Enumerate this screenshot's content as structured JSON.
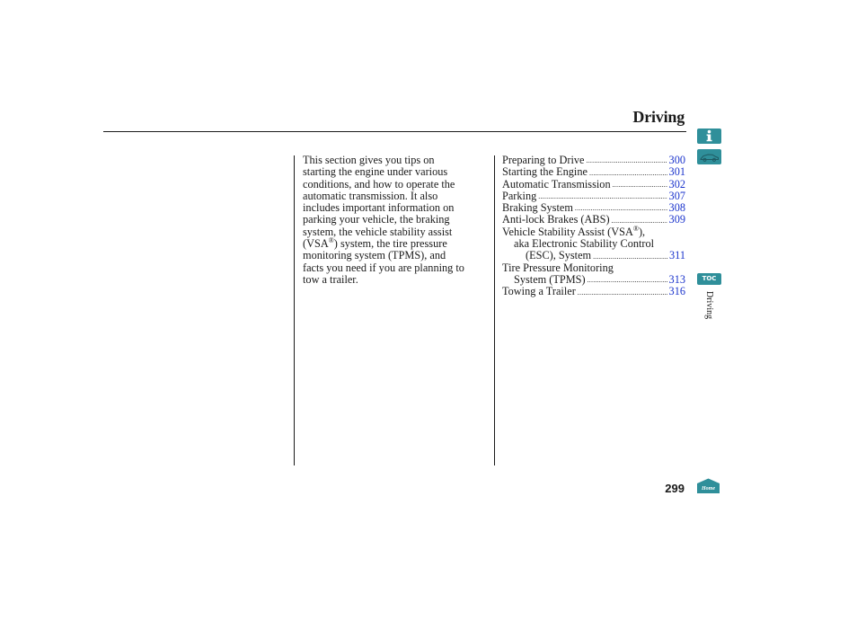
{
  "header": {
    "title": "Driving"
  },
  "intro": {
    "lines": [
      "This section gives you tips on",
      "starting the engine under various",
      "conditions, and how to operate the",
      "automatic transmission. It also",
      "includes important information on",
      "parking your vehicle, the braking",
      "system, the vehicle stability assist",
      "(VSA",
      ") system, the tire pressure",
      "monitoring system (TPMS), and",
      "facts you need if you are planning to",
      "tow a trailer."
    ],
    "registered_mark": "®"
  },
  "toc": {
    "items": [
      {
        "label": "Preparing to Drive",
        "page": "300"
      },
      {
        "label": "Starting the Engine",
        "page": "301"
      },
      {
        "label": "Automatic Transmission",
        "page": "302"
      },
      {
        "label": "Parking",
        "page": "307"
      },
      {
        "label": "Braking System",
        "page": "308"
      },
      {
        "label": "Anti-lock Brakes (ABS)",
        "page": "309"
      }
    ],
    "vsa": {
      "line1_pre": "Vehicle Stability Assist (VSA",
      "line1_mark": "®",
      "line1_post": "),",
      "line2": "aka Electronic Stability Control",
      "line3": "(ESC), System",
      "page": "311"
    },
    "tpms": {
      "line1": "Tire Pressure Monitoring",
      "line2": "System (TPMS)",
      "page": "313"
    },
    "towing": {
      "label": "Towing a Trailer",
      "page": "316"
    }
  },
  "sidebar": {
    "info_icon": "info-icon",
    "car_icon": "car-icon",
    "toc_label": "TOC",
    "section_label": "Driving",
    "home_label": "Home"
  },
  "footer": {
    "page_number": "299"
  },
  "colors": {
    "link": "#1a33cc",
    "button": "#2f8f9a"
  }
}
